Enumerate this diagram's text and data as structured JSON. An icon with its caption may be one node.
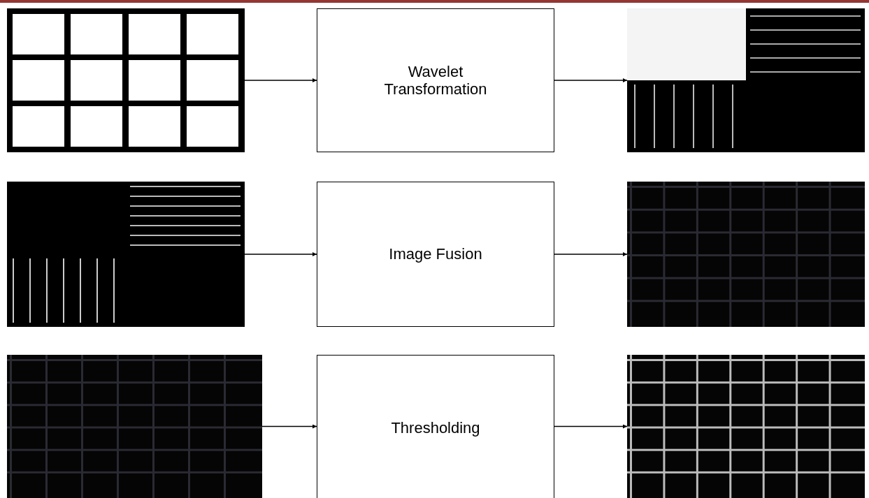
{
  "diagram": {
    "nodes": [
      {
        "text": [],
        "shape": "picture"
      },
      {
        "text": [
          "Wavelet Transformation"
        ]
      },
      {
        "text": [],
        "shape": "picture"
      },
      {
        "text": [],
        "shape": "picture"
      },
      {
        "text": [
          "Image Fusion"
        ]
      },
      {
        "text": [],
        "shape": "picture"
      },
      {
        "text": [],
        "shape": "picture"
      },
      {
        "text": [
          "Thresholding"
        ]
      },
      {
        "text": [],
        "shape": "picture"
      }
    ],
    "edges": [
      {
        "from": 0,
        "to": 1,
        "arrow": "to"
      },
      {
        "from": 1,
        "to": 2,
        "arrow": "to"
      },
      {
        "from": 3,
        "to": 4,
        "arrow": "to"
      },
      {
        "from": 4,
        "to": 5,
        "arrow": "to"
      },
      {
        "from": 6,
        "to": 7,
        "arrow": "to"
      },
      {
        "from": 7,
        "to": 8,
        "arrow": "to"
      }
    ]
  }
}
